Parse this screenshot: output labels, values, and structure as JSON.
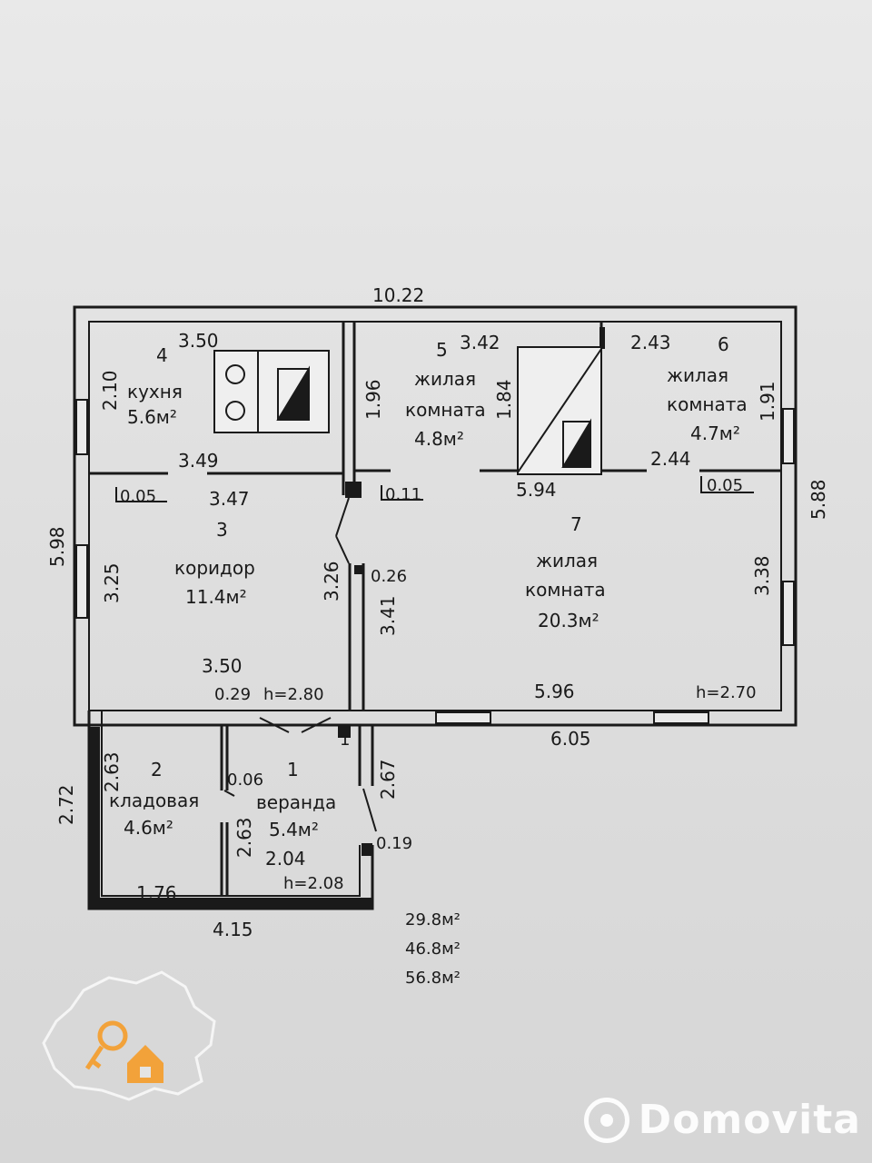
{
  "rooms": [
    {
      "num": "4",
      "name": [
        "кухня"
      ],
      "area": "5.6м²"
    },
    {
      "num": "5",
      "name": [
        "жилая",
        "комната"
      ],
      "area": "4.8м²"
    },
    {
      "num": "6",
      "name": [
        "жилая",
        "комната"
      ],
      "area": "4.7м²"
    },
    {
      "num": "3",
      "name": [
        "коридор"
      ],
      "area": "11.4м²"
    },
    {
      "num": "7",
      "name": [
        "жилая",
        "комната"
      ],
      "area": "20.3м²"
    },
    {
      "num": "2",
      "name": [
        "кладовая"
      ],
      "area": "4.6м²"
    },
    {
      "num": "1",
      "name": [
        "веранда"
      ],
      "area": "5.4м²"
    }
  ],
  "dimensions": {
    "total_width": "10.22",
    "kitchen_width": "3.50",
    "kitchen_height": "2.10",
    "kitchen_lower": "3.49",
    "corridor_top": "3.47",
    "room5_width": "3.42",
    "room5_left": "1.96",
    "room5_inner": "1.84",
    "room6_width": "2.43",
    "room6_height": "1.91",
    "room6_lower": "2.44",
    "room7_top": "5.94",
    "left_total": "5.98",
    "corridor_height": "3.25",
    "corridor_right": "3.26",
    "room7_left": "3.41",
    "room7_right": "3.38",
    "right_total": "5.88",
    "corridor_bottom": "3.50",
    "room7_bottom": "5.96",
    "house_bottom": "6.05",
    "storage_height": "2.63",
    "veranda_height": "2.63",
    "veranda_right": "2.67",
    "veranda_left_total": "2.72",
    "storage_width": "1.76",
    "veranda_width": "2.04",
    "veranda_total_width": "4.15"
  },
  "wall_labels": {
    "kitchen_wall": "0.05",
    "room5_wall": "0.11",
    "room6_wall": "0.05",
    "corridor_wall": "0.26",
    "corridor_bottom_wall": "0.29",
    "storage_wall": "0.06",
    "veranda_wall": "0.19"
  },
  "heights": {
    "corridor": "h=2.80",
    "room7": "h=2.70",
    "veranda": "h=2.08"
  },
  "door_label": "1",
  "totals": [
    "29.8м²",
    "46.8м²",
    "56.8м²"
  ],
  "watermark": {
    "text": "Domovita"
  },
  "colors": {
    "wall": "#1a1a1a",
    "paper": "#e4e4e4",
    "logo": "#f2a23a"
  }
}
